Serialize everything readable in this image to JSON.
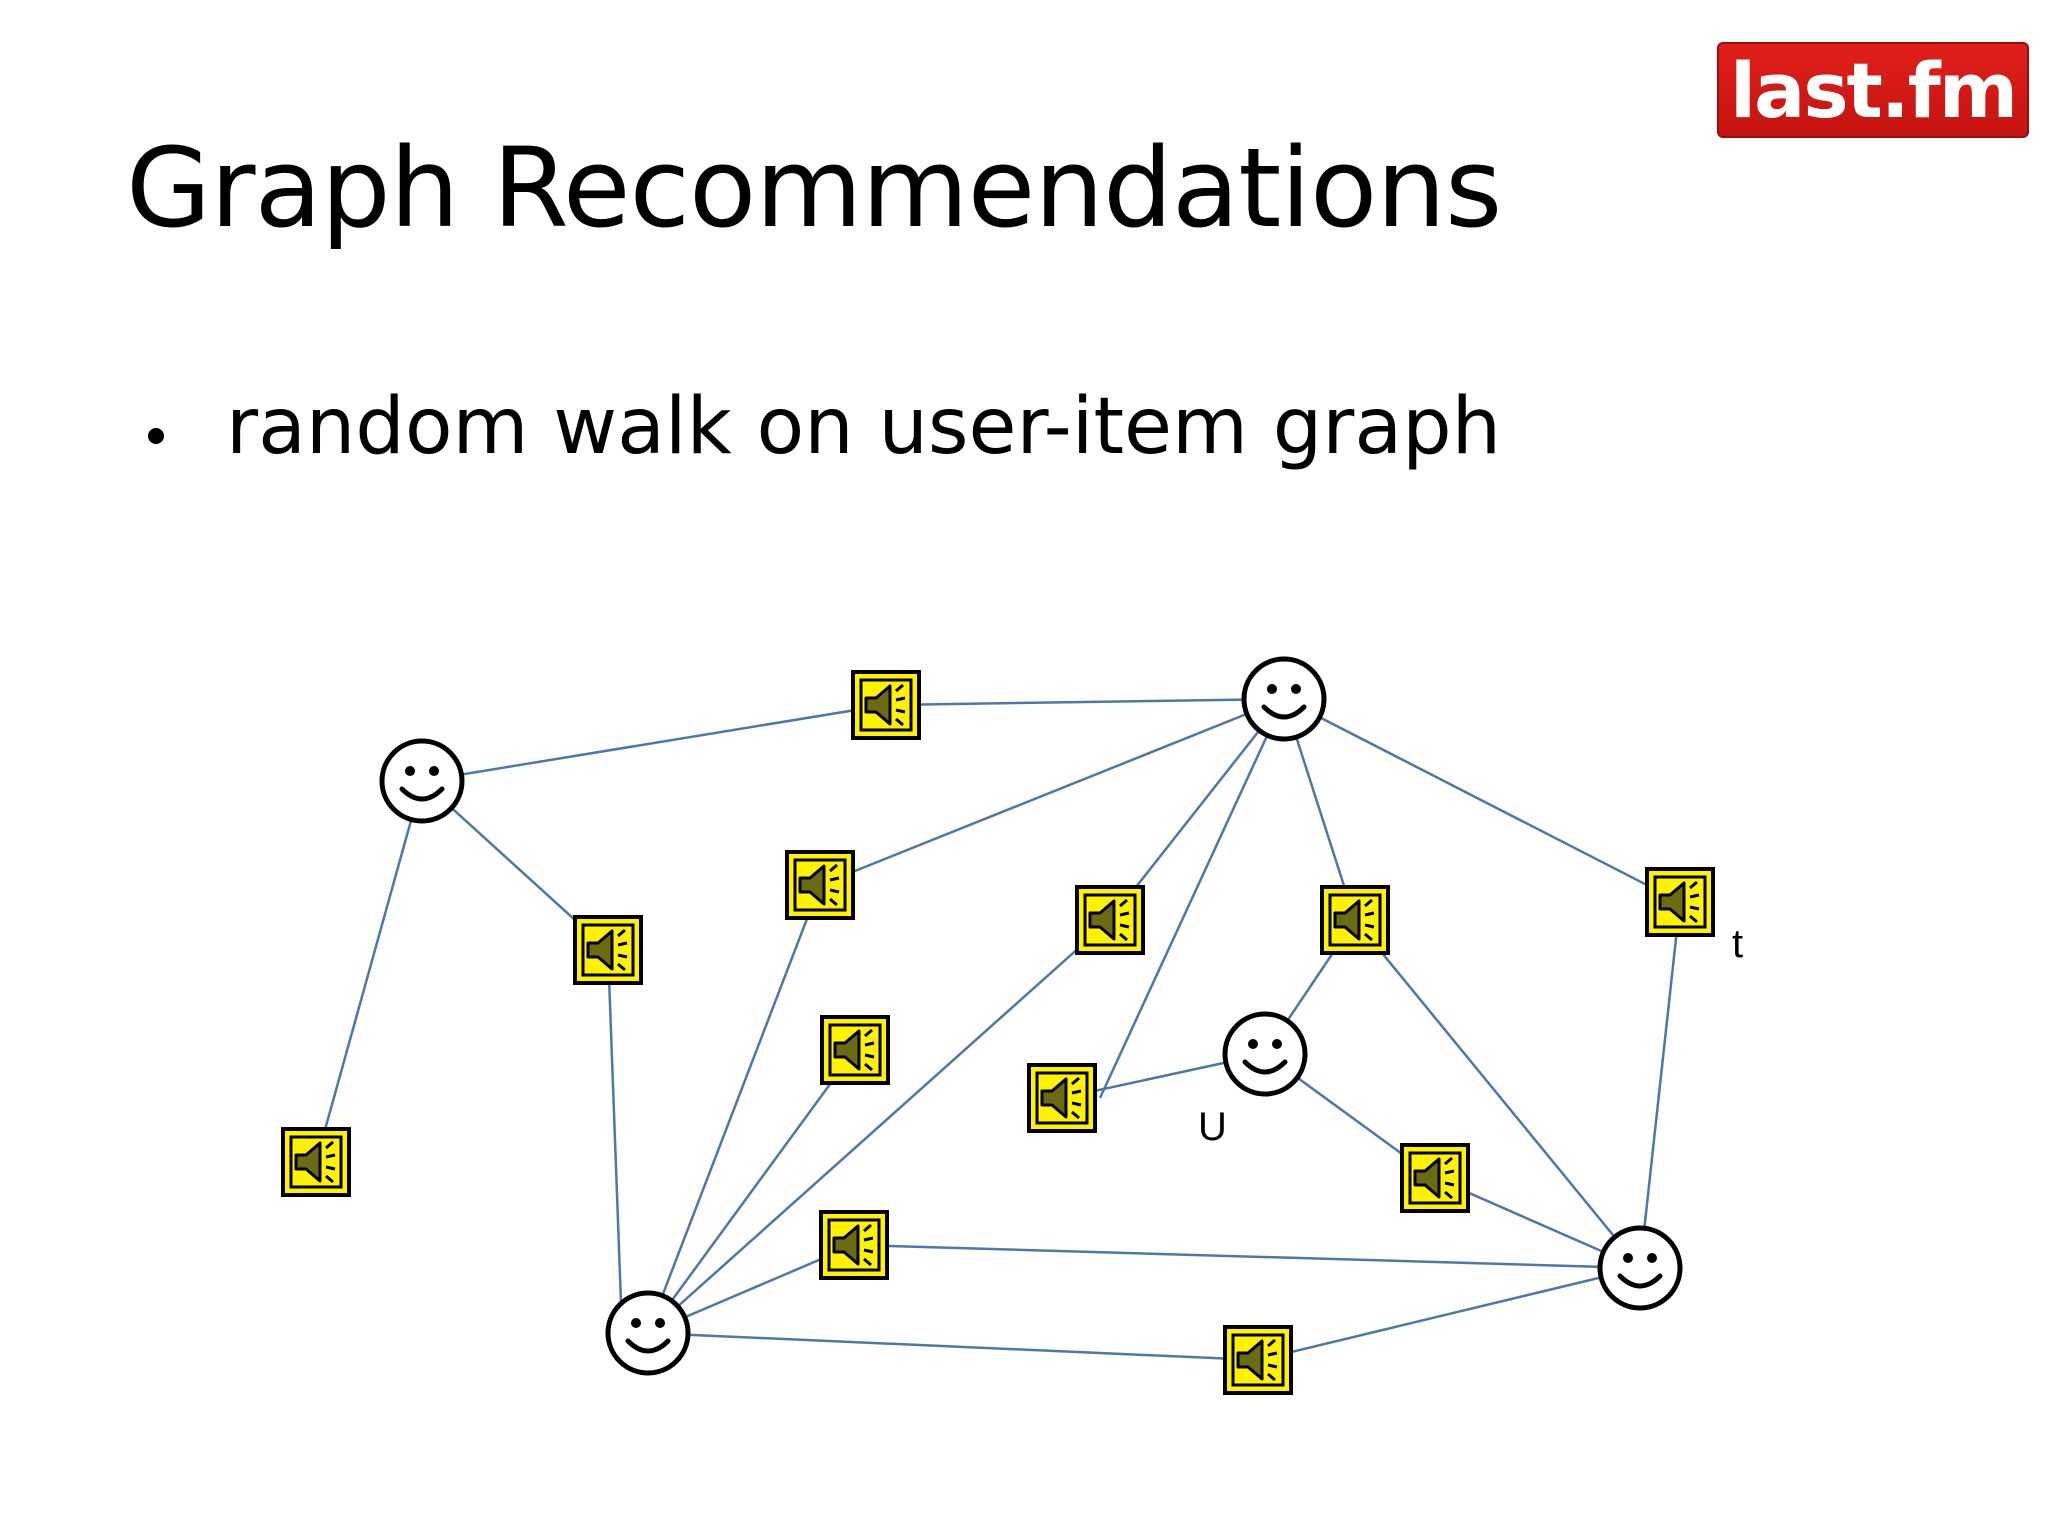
{
  "slide": {
    "title": "Graph Recommendations",
    "bullet": "random walk on user-item graph"
  },
  "logo": {
    "text": "last.fm",
    "color": "#d7191a"
  },
  "graph": {
    "user_icon": "smiley-face-icon",
    "item_icon": "speaker-icon",
    "edge_color": "#4f76ab",
    "item_fill": "#fff200",
    "label_U": "U",
    "label_t": "t"
  }
}
